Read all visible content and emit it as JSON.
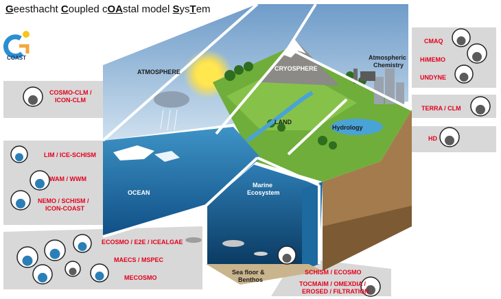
{
  "title": {
    "segments": [
      {
        "text": "G",
        "u": true
      },
      {
        "text": "eesthacht ",
        "u": false
      },
      {
        "text": "C",
        "u": true
      },
      {
        "text": "oupled c",
        "u": false
      },
      {
        "text": "OA",
        "u": true
      },
      {
        "text": "stal model ",
        "u": false
      },
      {
        "text": "S",
        "u": true
      },
      {
        "text": "ys",
        "u": false
      },
      {
        "text": "T",
        "u": true
      },
      {
        "text": "em",
        "u": false
      }
    ]
  },
  "logo": {
    "text": "COAST"
  },
  "regions": {
    "atmosphere": "ATMOSPHERE",
    "cryosphere": "CRYOSPHERE",
    "atmospheric_chemistry_1": "Atmospheric",
    "atmospheric_chemistry_2": "Chemistry",
    "land": "LAND",
    "hydrology": "Hydrology",
    "ocean": "OCEAN",
    "marine_ecosystem_1": "Marine",
    "marine_ecosystem_2": "Ecosystem",
    "sea_floor_1": "Sea floor &",
    "sea_floor_2": "Benthos"
  },
  "models": {
    "cosmo_1": "COSMO-CLM /",
    "cosmo_2": "ICON-CLM",
    "lim": "LIM / ICE-SCHISM",
    "wam": "WAM / WWM",
    "nemo_1": "NEMO / SCHISM /",
    "nemo_2": "ICON-COAST",
    "ecosmo": "ECOSMO / E2E / ICEALGAE",
    "maecs": "MAECS / MSPEC",
    "mecosmo": "MECOSMO",
    "cmaq": "CMAQ",
    "himemo": "HiMEMO",
    "undyne": "UNDYNE",
    "terra": "TERRA / CLM",
    "hd": "HD",
    "schism_eco": "SCHISM / ECOSMO",
    "tocmaim_1": "TOCMAIM / OMEXDIA /",
    "tocmaim_2": "EROSED / FILTRATION"
  },
  "icons": {
    "cosmo": "sun-cloud-icon",
    "lim": "sea-ice-icon",
    "wam": "waves-icon",
    "nemo": "ocean-current-icon",
    "fish": "fish-icon",
    "dolphin": "dolphin-icon",
    "rain": "rain-plankton-icon",
    "seahorse": "seahorse-icon",
    "nutrients": "nutrients-icon",
    "particles": "particles-icon",
    "cmaq": "cloud-chemistry-icon",
    "himemo": "factory-icon",
    "undyne": "car-icon",
    "terra": "land-tree-icon",
    "hd": "river-icon",
    "schism": "sediment-icon",
    "tocmaim": "benthos-icon"
  },
  "colors": {
    "label_red": "#e3001b",
    "panel_grey": "#d6d6d6",
    "ocean": "#2b7fb8",
    "sky": "#9fc4e4"
  }
}
